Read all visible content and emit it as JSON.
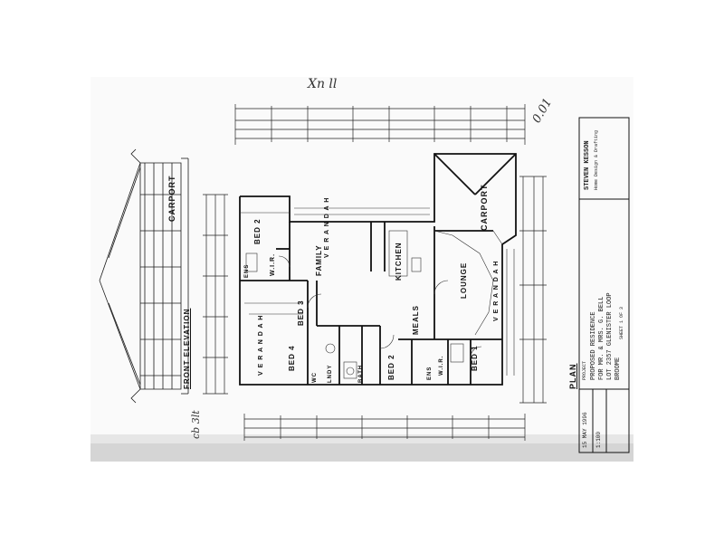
{
  "handwritten": {
    "top_note": "Xn ll",
    "corner_note": "0.01",
    "bottom_note": "cb 3lt"
  },
  "elevation": {
    "title": "FRONT ELEVATION",
    "carport_label": "CARPORT"
  },
  "rooms": {
    "bed2": "BED 2",
    "bed3": "BED 3",
    "bed4": "BED 4",
    "bed1": "BED 1",
    "bed2b": "BED 2",
    "wir": "W.I.R.",
    "wir2": "W.I.R.",
    "ens": "ENS",
    "ens2": "ENS",
    "family": "FAMILY",
    "kitchen": "KITCHEN",
    "meals": "MEALS",
    "lounge": "LOUNGE",
    "lndy": "LNDY",
    "bath": "BATH",
    "wc": "WC",
    "verandah_top": "V E R A N D A H",
    "verandah_left": "V E R A N D A H",
    "verandah_right": "V E R A N D A H",
    "carport": "CARPORT"
  },
  "plan_title": "PLAN",
  "title_block": {
    "firm": "STEVEN KESSON",
    "firm_sub": "Home Design & Drafting",
    "project_label": "PROJECT",
    "project_line1": "PROPOSED RESIDENCE",
    "project_line2": "FOR MR. & MRS. G. BELL",
    "project_line3": "LOT 2357 GLENISTER LOOP",
    "project_line4": "BROOME",
    "date": "15 MAY 1996",
    "scale": "1:100",
    "sheet": "SHEET 1 OF 3"
  },
  "colors": {
    "ink": "#1a1a1a",
    "paper": "#fafafa",
    "scan_noise": "#d9d9d9"
  }
}
